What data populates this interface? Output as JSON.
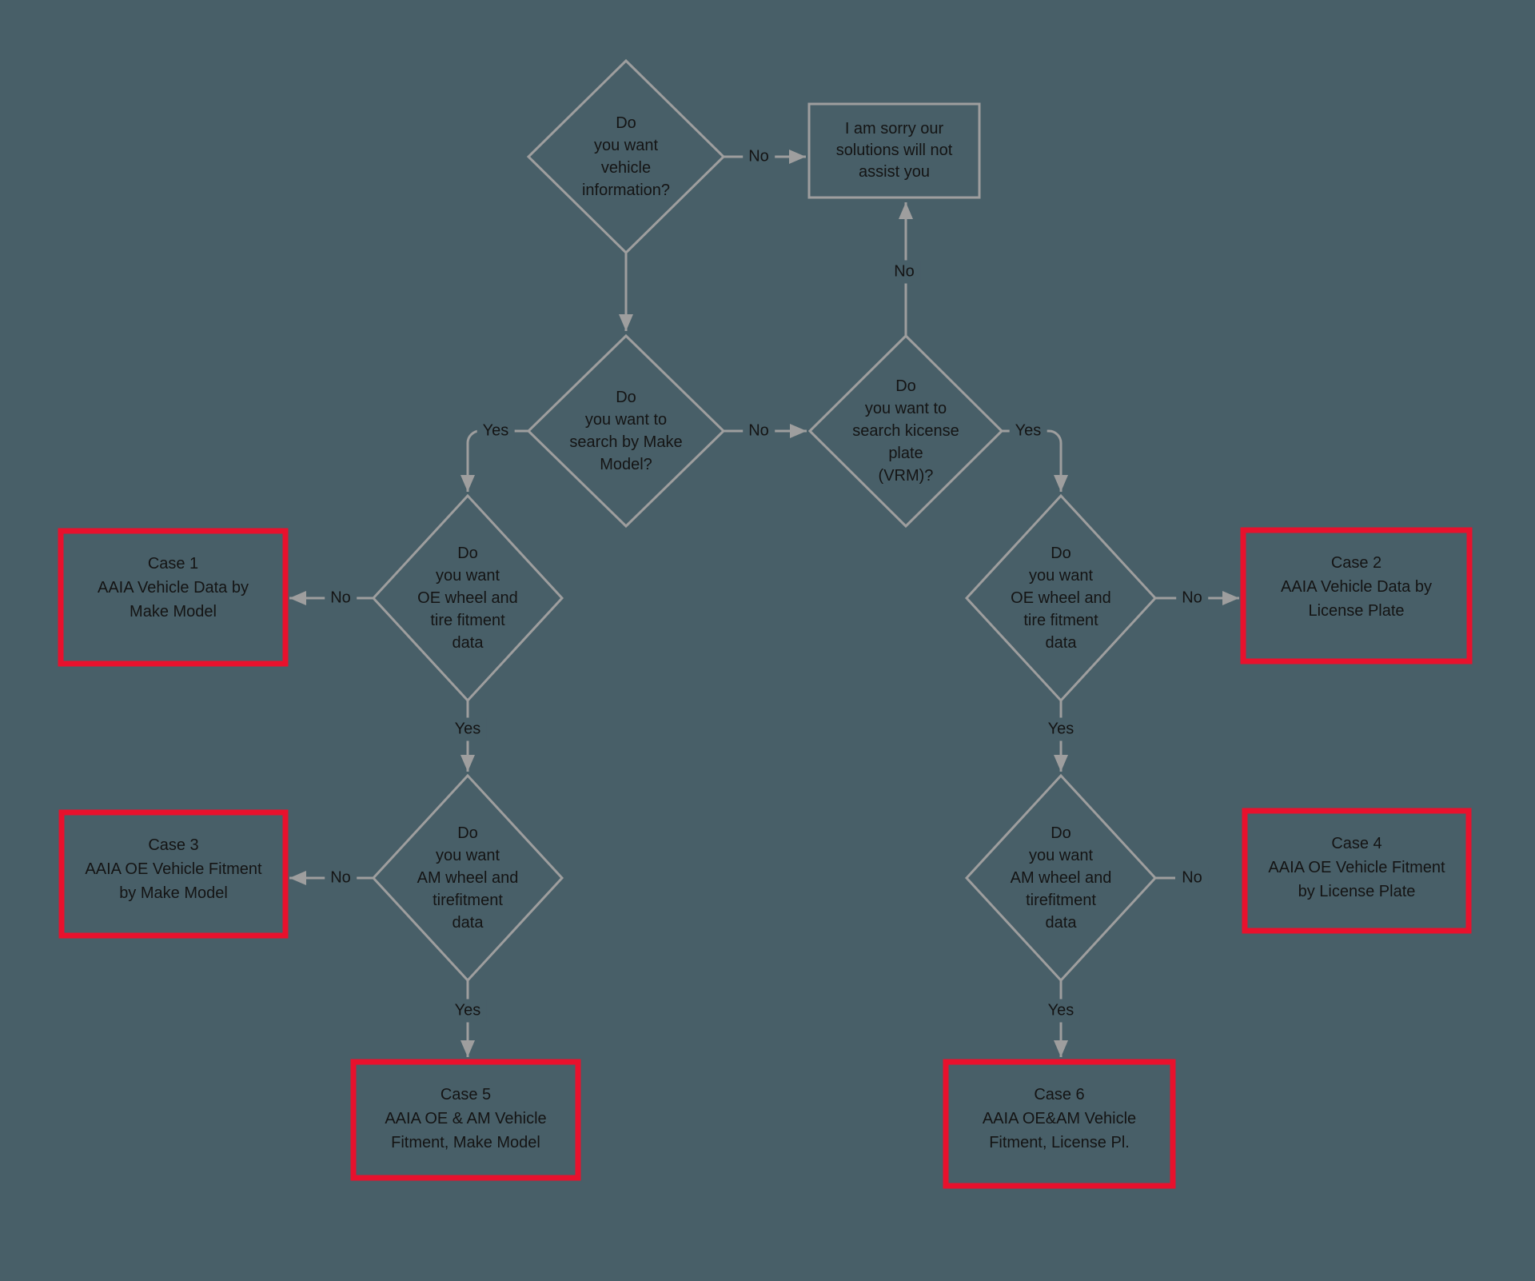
{
  "colors": {
    "background": "#485f68",
    "line": "#9e9e9e",
    "text": "#141414",
    "case_border": "#e8112d"
  },
  "diamonds": [
    {
      "id": "vehicle-info",
      "text": "Do\nyou want\nvehicle\ninformation?"
    },
    {
      "id": "search-make-model",
      "text": "Do\nyou want to\nsearch by Make\nModel?"
    },
    {
      "id": "search-license-plate",
      "text": "Do\nyou want to\nsearch kicense\nplate\n(VRM)?"
    },
    {
      "id": "oe-fitment-left",
      "text": "Do\nyou want\nOE wheel and\ntire fitment\ndata"
    },
    {
      "id": "oe-fitment-right",
      "text": "Do\nyou want\nOE wheel and\ntire fitment\ndata"
    },
    {
      "id": "am-fitment-left",
      "text": "Do\nyou want\nAM wheel and\ntirefitment\ndata"
    },
    {
      "id": "am-fitment-right",
      "text": "Do\nyou want\nAM wheel and\ntirefitment\ndata"
    }
  ],
  "terminal_box": {
    "text": "I am sorry our\nsolutions will not\nassist you"
  },
  "cases": [
    {
      "title": "Case 1",
      "body": "AAIA Vehicle Data by\nMake Model"
    },
    {
      "title": "Case 2",
      "body": "AAIA Vehicle Data by\nLicense Plate"
    },
    {
      "title": "Case 3",
      "body": "AAIA OE Vehicle Fitment\nby Make Model"
    },
    {
      "title": "Case 4",
      "body": "AAIA OE Vehicle Fitment\nby License Plate"
    },
    {
      "title": "Case 5",
      "body": "AAIA OE & AM Vehicle\nFitment, Make Model"
    },
    {
      "title": "Case 6",
      "body": "AAIA OE&AM Vehicle\nFitment, License Pl."
    }
  ],
  "edges": [
    {
      "from": "vehicle-info",
      "to": "sorry-box",
      "label": "No"
    },
    {
      "from": "vehicle-info",
      "to": "search-make-model",
      "label": ""
    },
    {
      "from": "search-make-model",
      "to": "oe-fitment-left",
      "label": "Yes"
    },
    {
      "from": "search-make-model",
      "to": "search-license-plate",
      "label": "No"
    },
    {
      "from": "search-license-plate",
      "to": "sorry-box",
      "label": "No"
    },
    {
      "from": "search-license-plate",
      "to": "oe-fitment-right",
      "label": "Yes"
    },
    {
      "from": "oe-fitment-left",
      "to": "case-1",
      "label": "No"
    },
    {
      "from": "oe-fitment-left",
      "to": "am-fitment-left",
      "label": "Yes"
    },
    {
      "from": "oe-fitment-right",
      "to": "case-2",
      "label": "No"
    },
    {
      "from": "oe-fitment-right",
      "to": "am-fitment-right",
      "label": "Yes"
    },
    {
      "from": "am-fitment-left",
      "to": "case-3",
      "label": "No"
    },
    {
      "from": "am-fitment-left",
      "to": "case-5",
      "label": "Yes"
    },
    {
      "from": "am-fitment-right",
      "to": "case-4",
      "label": "No"
    },
    {
      "from": "am-fitment-right",
      "to": "case-6",
      "label": "Yes"
    }
  ]
}
